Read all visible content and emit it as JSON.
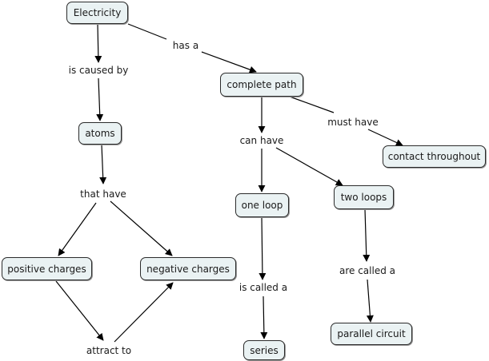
{
  "nodes": {
    "electricity": "Electricity",
    "complete_path": "complete path",
    "atoms": "atoms",
    "contact_throughout": "contact throughout",
    "one_loop": "one loop",
    "two_loops": "two loops",
    "positive_charges": "positive charges",
    "negative_charges": "negative charges",
    "series": "series",
    "parallel_circuit": "parallel circuit"
  },
  "links": {
    "has_a": "has a",
    "is_caused_by": "is caused by",
    "must_have": "must have",
    "can_have": "can have",
    "that_have": "that have",
    "is_called_a": "is called a",
    "are_called_a": "are called a",
    "attract_to": "attract to"
  },
  "colors": {
    "node_fill": "#eaf2f3",
    "node_border": "#2b2b2b",
    "edge": "#000000"
  }
}
